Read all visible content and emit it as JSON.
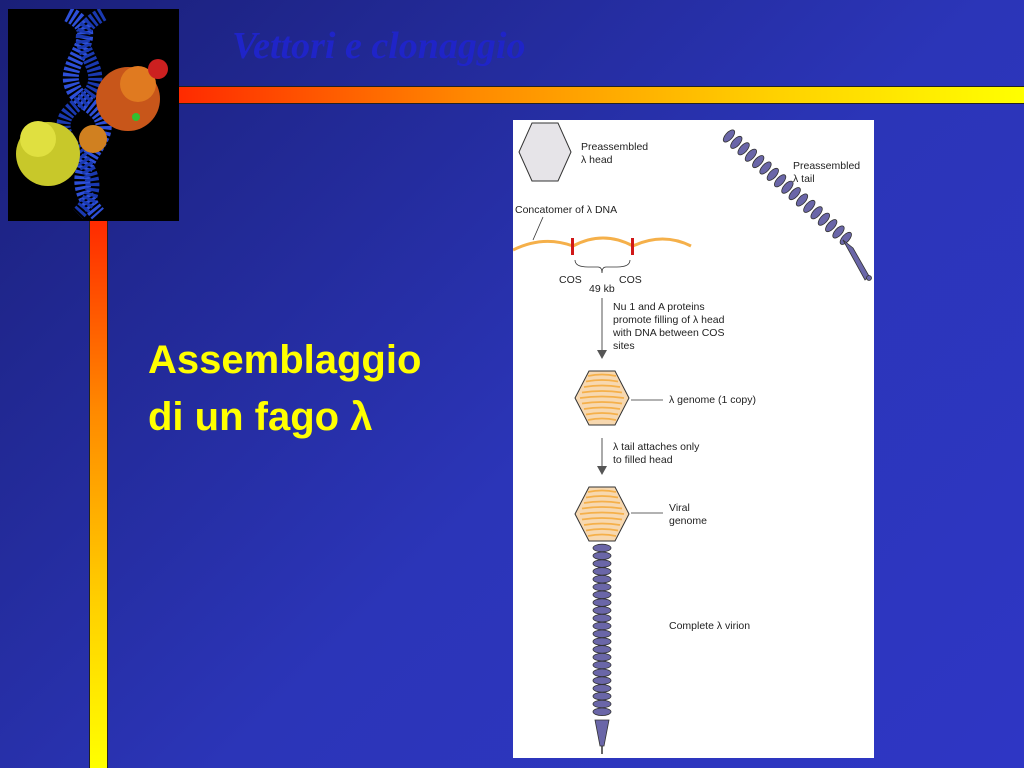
{
  "slide": {
    "title": "Vettori e clonaggio",
    "subtitle_line1": "Assemblaggio",
    "subtitle_line2": "di un fago λ"
  },
  "colors": {
    "background": "#2b35b8",
    "title": "#1f24c8",
    "subtitle": "#ffff00",
    "dna": "#f5b04a",
    "tail": "#6a66a8",
    "cos_marker": "#d01818"
  },
  "diagram": {
    "head_label_1": "Preassembled",
    "head_label_2": "λ head",
    "tail_label_1": "Preassembled",
    "tail_label_2": "λ tail",
    "concatomer_label": "Concatomer of λ DNA",
    "cos_left": "COS",
    "cos_right": "COS",
    "size_label": "49 kb",
    "step1_line1": "Nu 1 and A proteins",
    "step1_line2": "promote filling of λ head",
    "step1_line3": "with DNA between COS",
    "step1_line4": "sites",
    "genome_label": "λ genome (1 copy)",
    "step2_line1": "λ tail attaches only",
    "step2_line2": "to filled head",
    "viral_line1": "Viral",
    "viral_line2": "genome",
    "virion_label": "Complete λ virion"
  }
}
